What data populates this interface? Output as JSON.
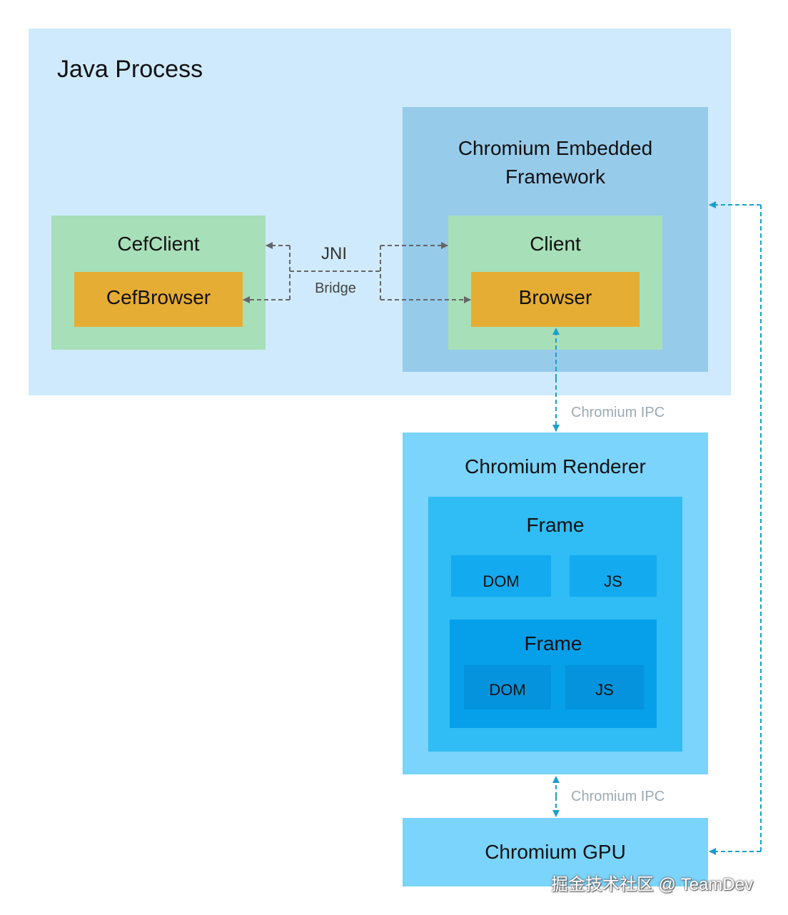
{
  "java_process": {
    "title": "Java Process"
  },
  "cef_framework": {
    "title_line1": "Chromium Embedded",
    "title_line2": "Framework"
  },
  "cefclient": {
    "title": "CefClient",
    "browser_label": "CefBrowser"
  },
  "client": {
    "title": "Client",
    "browser_label": "Browser"
  },
  "bridge": {
    "jni_label": "JNI",
    "bridge_label": "Bridge"
  },
  "ipc": {
    "label_top": "Chromium IPC",
    "label_bottom": "Chromium IPC"
  },
  "renderer": {
    "title": "Chromium Renderer",
    "frame_outer": {
      "title": "Frame",
      "dom": "DOM",
      "js": "JS"
    },
    "frame_inner": {
      "title": "Frame",
      "dom": "DOM",
      "js": "JS"
    }
  },
  "gpu": {
    "title": "Chromium GPU"
  },
  "watermark": "掘金技术社区 @ TeamDev",
  "colors": {
    "java_bg": "#cfeafc",
    "cef_bg": "#96cbea",
    "client_bg": "#a7dfb9",
    "browser_bg": "#e6ad34",
    "renderer_bg": "#7ad4fb",
    "frame_bg": "#30bcf4",
    "gray_arrow": "#666666",
    "ipc_arrow": "#1d9ec9"
  }
}
